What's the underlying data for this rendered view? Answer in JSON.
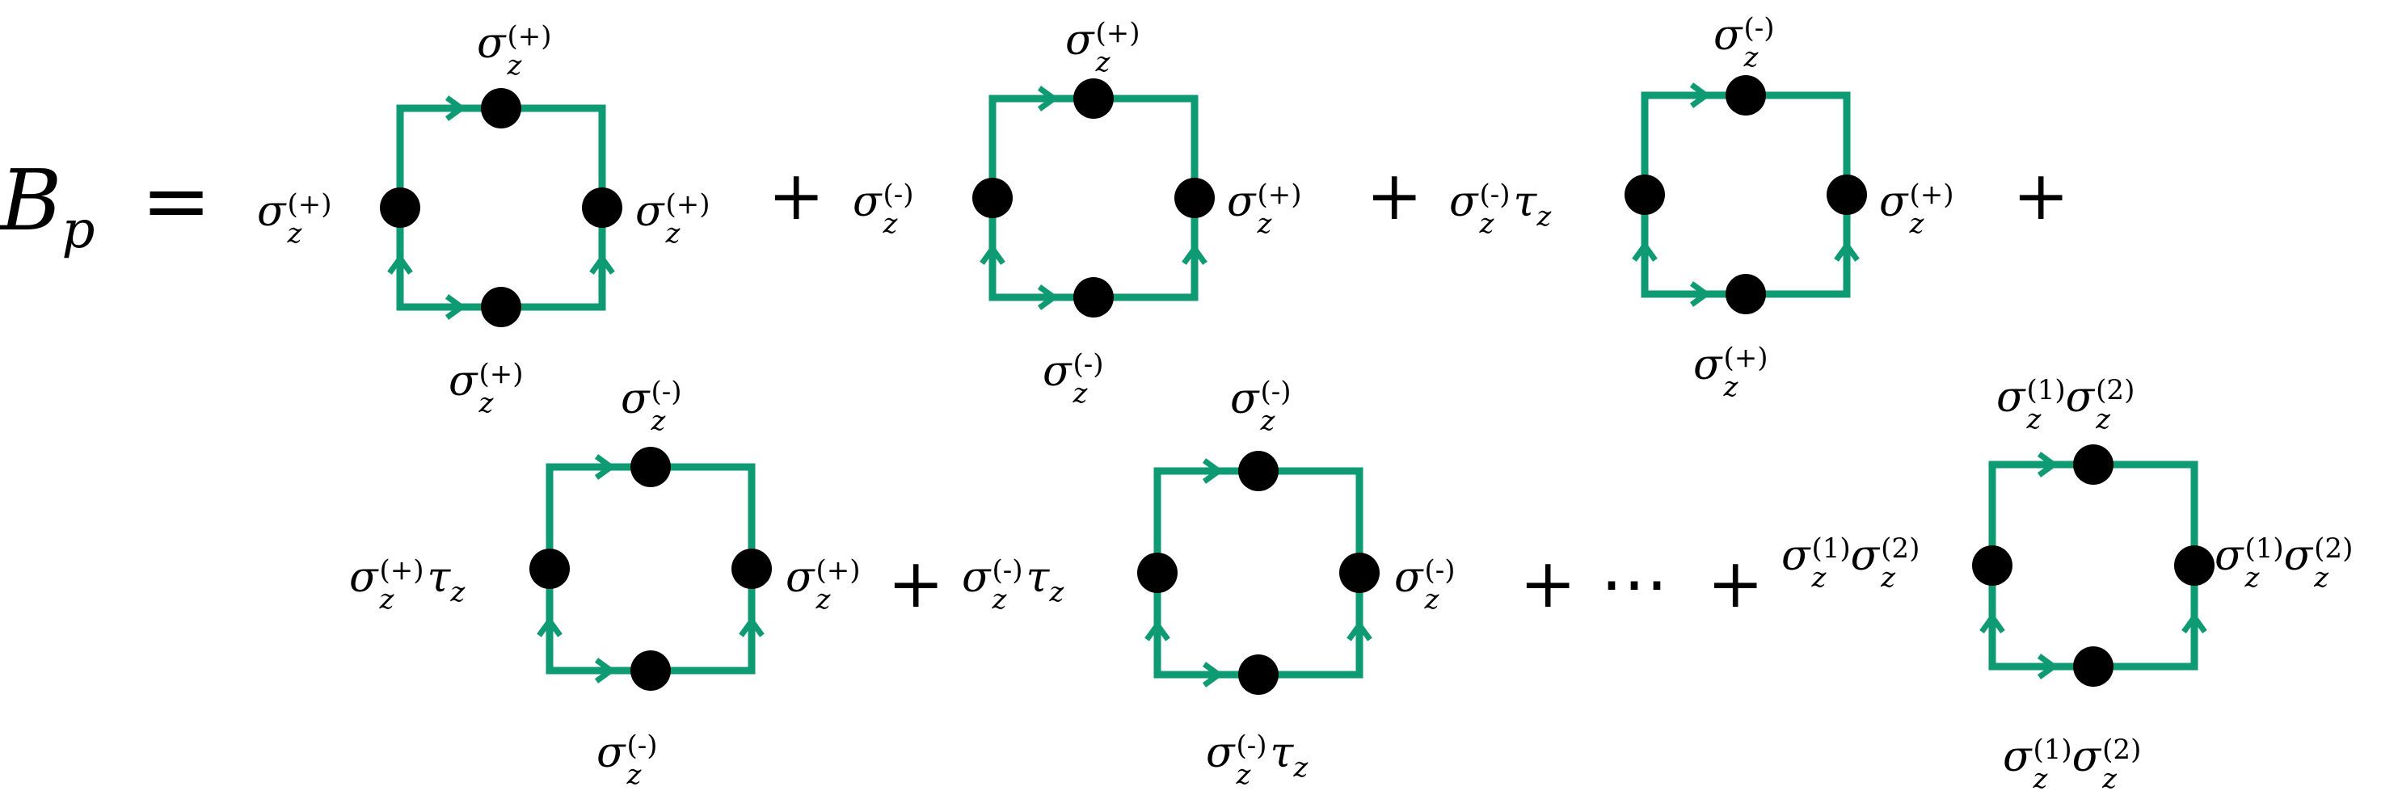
{
  "equation": {
    "lhs_symbol": "B",
    "lhs_subscript": "p",
    "equals": "="
  },
  "operators": {
    "plus": "+",
    "ellipsis": "⋯"
  },
  "colors": {
    "plaquette": "#0e9a72",
    "dot": "#000000",
    "text": "#000000"
  },
  "terms": [
    {
      "top": "σ_z^{(+)}",
      "left": "σ_z^{(+)}",
      "right": "σ_z^{(+)}",
      "bottom": "σ_z^{(+)}"
    },
    {
      "top": "σ_z^{(+)}",
      "left": "σ_z^{(-)}",
      "right": "σ_z^{(+)}",
      "bottom": "σ_z^{(-)}"
    },
    {
      "top": "σ_z^{(-)}",
      "left": "σ_z^{(-)} τ_z",
      "right": "σ_z^{(+)}",
      "bottom": "σ_z^{(+)}"
    },
    {
      "top": "σ_z^{(-)}",
      "left": "σ_z^{(+)} τ_z",
      "right": "σ_z^{(+)}",
      "bottom": "σ_z^{(-)}"
    },
    {
      "top": "σ_z^{(-)}",
      "left": "σ_z^{(-)} τ_z",
      "right": "σ_z^{(-)}",
      "bottom": "σ_z^{(-)} τ_z"
    },
    {
      "top": "σ_z^{(1)} σ_z^{(2)}",
      "left": "σ_z^{(1)} σ_z^{(2)}",
      "right": "σ_z^{(1)} σ_z^{(2)}",
      "bottom": "σ_z^{(1)} σ_z^{(2)}"
    }
  ]
}
